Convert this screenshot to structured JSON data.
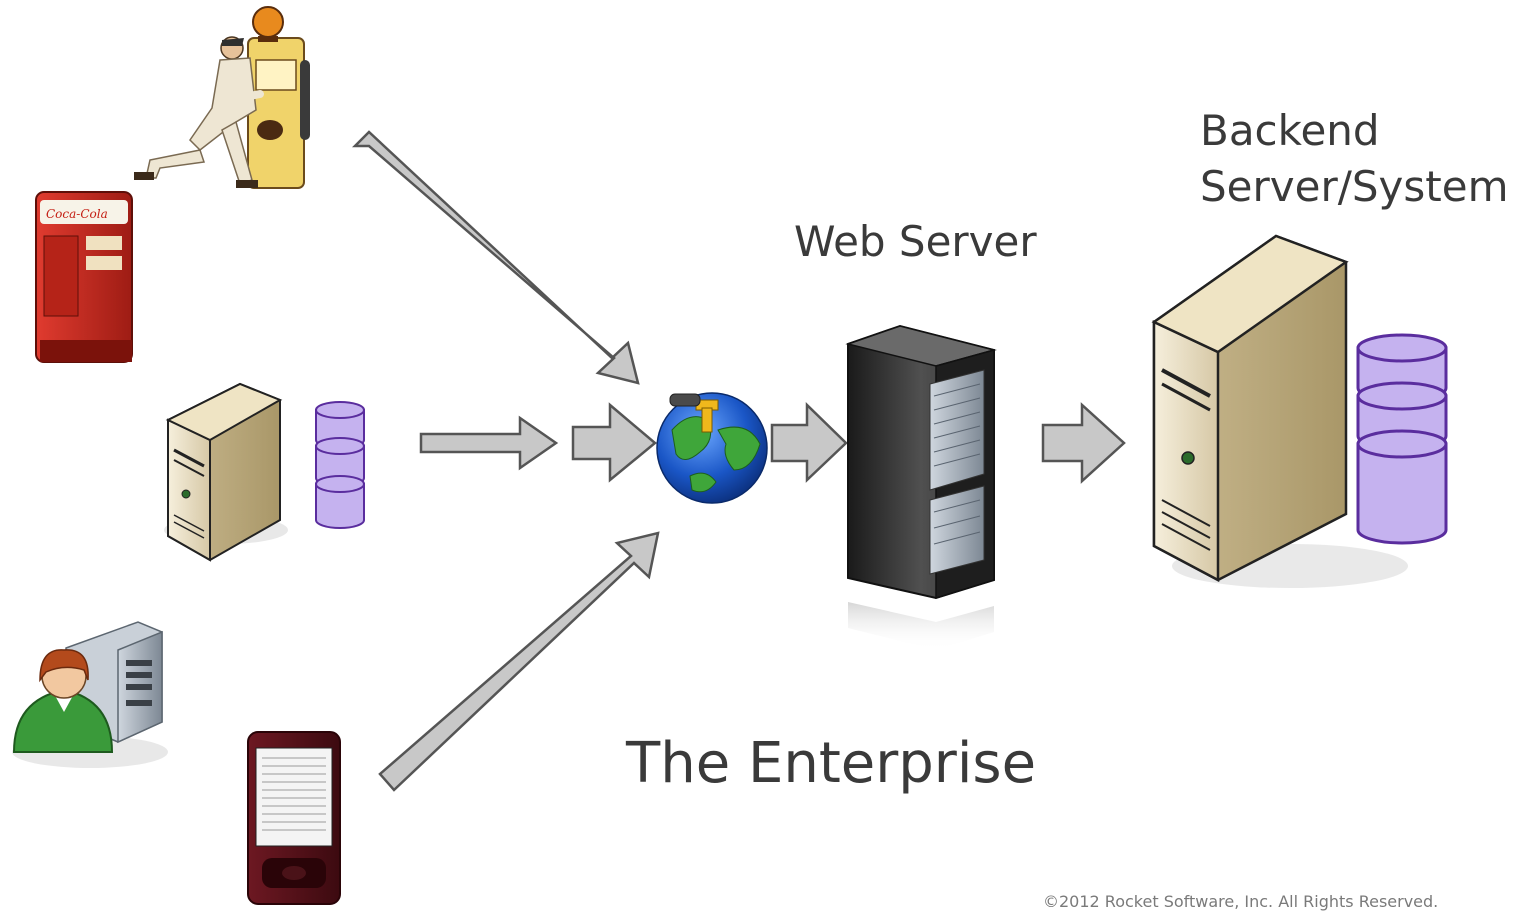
{
  "labels": {
    "backend_line1": "Backend",
    "backend_line2": "Server/System",
    "web_server": "Web Server",
    "enterprise": "The Enterprise",
    "copyright": "©2012 Rocket Software, Inc. All Rights Reserved."
  },
  "icons": {
    "gas_attendant": "gas-attendant-icon",
    "vending_machine": "vending-machine-icon",
    "client_server": "client-server-icon",
    "database": "database-icon",
    "user_workstation": "user-workstation-icon",
    "mobile_device": "mobile-device-icon",
    "globe": "globe-icon",
    "web_server": "web-server-icon",
    "backend_server": "backend-server-icon"
  },
  "colors": {
    "arrow_fill": "#c8c8c8",
    "arrow_stroke": "#555555",
    "db_fill": "#c5b2ef",
    "db_stroke": "#5a2d9e",
    "text": "#3a3a3a"
  }
}
